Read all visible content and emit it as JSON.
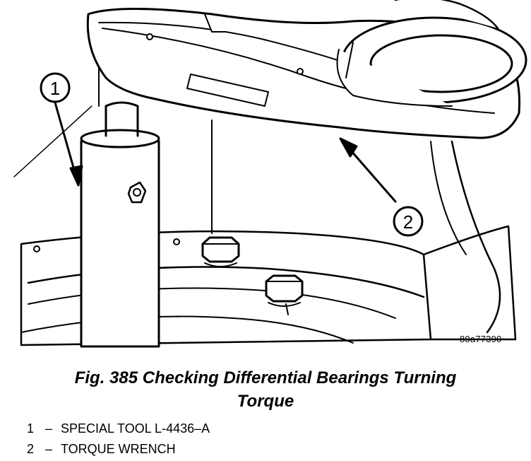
{
  "figure": {
    "code": "80a77390",
    "caption_line1": "Fig. 385 Checking Differential Bearings Turning",
    "caption_line2": "Torque"
  },
  "callouts": [
    {
      "number": "1"
    },
    {
      "number": "2"
    }
  ],
  "legend": [
    {
      "number": "1",
      "dash": "–",
      "text": "SPECIAL TOOL L-4436–A"
    },
    {
      "number": "2",
      "dash": "–",
      "text": "TORQUE WRENCH"
    }
  ]
}
